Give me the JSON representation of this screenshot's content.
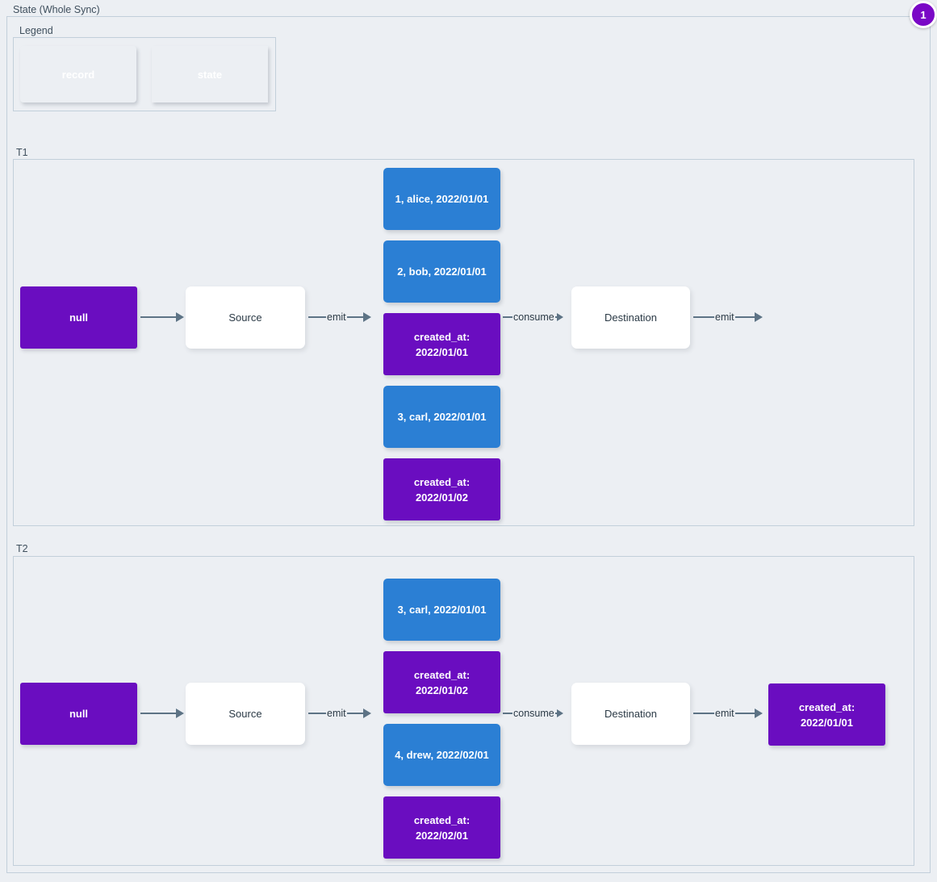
{
  "diagram": {
    "title": "State (Whole Sync)",
    "badge": "1",
    "colors": {
      "record": "#2b7fd4",
      "state": "#6a0dc0",
      "plain": "#ffffff",
      "edge": "#5d7385",
      "border": "#c2cfda",
      "background": "#eceff3"
    }
  },
  "legend": {
    "title": "Legend",
    "items": [
      {
        "label": "record",
        "kind": "record"
      },
      {
        "label": "state",
        "kind": "state"
      }
    ]
  },
  "t1": {
    "title": "T1",
    "initial_state": "null",
    "source": "Source",
    "destination": "Destination",
    "edges": {
      "state_to_source": "",
      "source_emit": "emit",
      "consume": "consume",
      "dest_emit": "emit"
    },
    "stream": [
      {
        "kind": "record",
        "label": "1, alice, 2022/01/01"
      },
      {
        "kind": "record",
        "label": "2, bob, 2022/01/01"
      },
      {
        "kind": "state",
        "line1": "created_at:",
        "line2": "2022/01/01"
      },
      {
        "kind": "record",
        "label": "3, carl, 2022/01/01"
      },
      {
        "kind": "state",
        "line1": "created_at:",
        "line2": "2022/01/02"
      }
    ],
    "output_state": null
  },
  "t2": {
    "title": "T2",
    "initial_state": "null",
    "source": "Source",
    "destination": "Destination",
    "edges": {
      "state_to_source": "",
      "source_emit": "emit",
      "consume": "consume",
      "dest_emit": "emit"
    },
    "stream": [
      {
        "kind": "record",
        "label": "3, carl, 2022/01/01"
      },
      {
        "kind": "state",
        "line1": "created_at:",
        "line2": "2022/01/02"
      },
      {
        "kind": "record",
        "label": "4, drew, 2022/02/01"
      },
      {
        "kind": "state",
        "line1": "created_at:",
        "line2": "2022/02/01"
      }
    ],
    "output_state": {
      "line1": "created_at:",
      "line2": "2022/01/01"
    }
  }
}
